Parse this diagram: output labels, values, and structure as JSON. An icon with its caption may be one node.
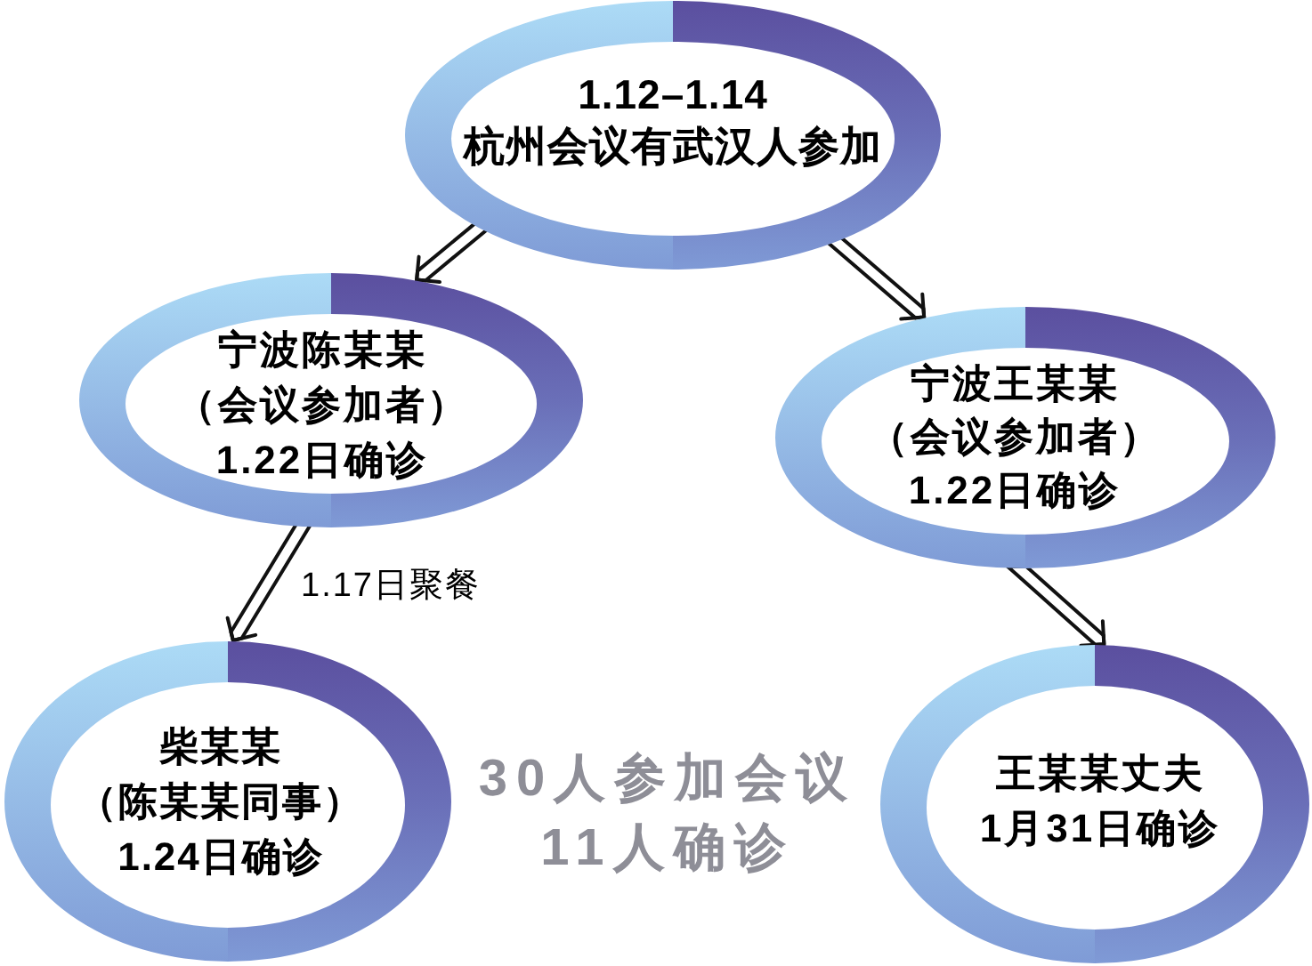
{
  "diagram": {
    "nodes": [
      {
        "text": [
          "1.12–1.14",
          "杭州会议有武汉人参加"
        ]
      },
      {
        "text": [
          "宁波陈某某",
          "（会议参加者）",
          "1.22日确诊"
        ]
      },
      {
        "text": [
          "宁波王某某",
          "（会议参加者）",
          "1.22日确诊"
        ]
      },
      {
        "text": [
          "柴某某",
          "（陈某某同事）",
          "1.24日确诊"
        ]
      },
      {
        "text": [
          "王某某丈夫",
          "1月31日确诊"
        ]
      }
    ],
    "edges": [
      {
        "from": 0,
        "to": 1,
        "arrow": "to"
      },
      {
        "from": 0,
        "to": 2,
        "arrow": "to"
      },
      {
        "from": 1,
        "to": 3,
        "arrow": "to",
        "label": "1.17日聚餐"
      },
      {
        "from": 2,
        "to": 4,
        "arrow": "to"
      }
    ],
    "labels": [
      "30人参加会议",
      "11人确诊"
    ]
  }
}
